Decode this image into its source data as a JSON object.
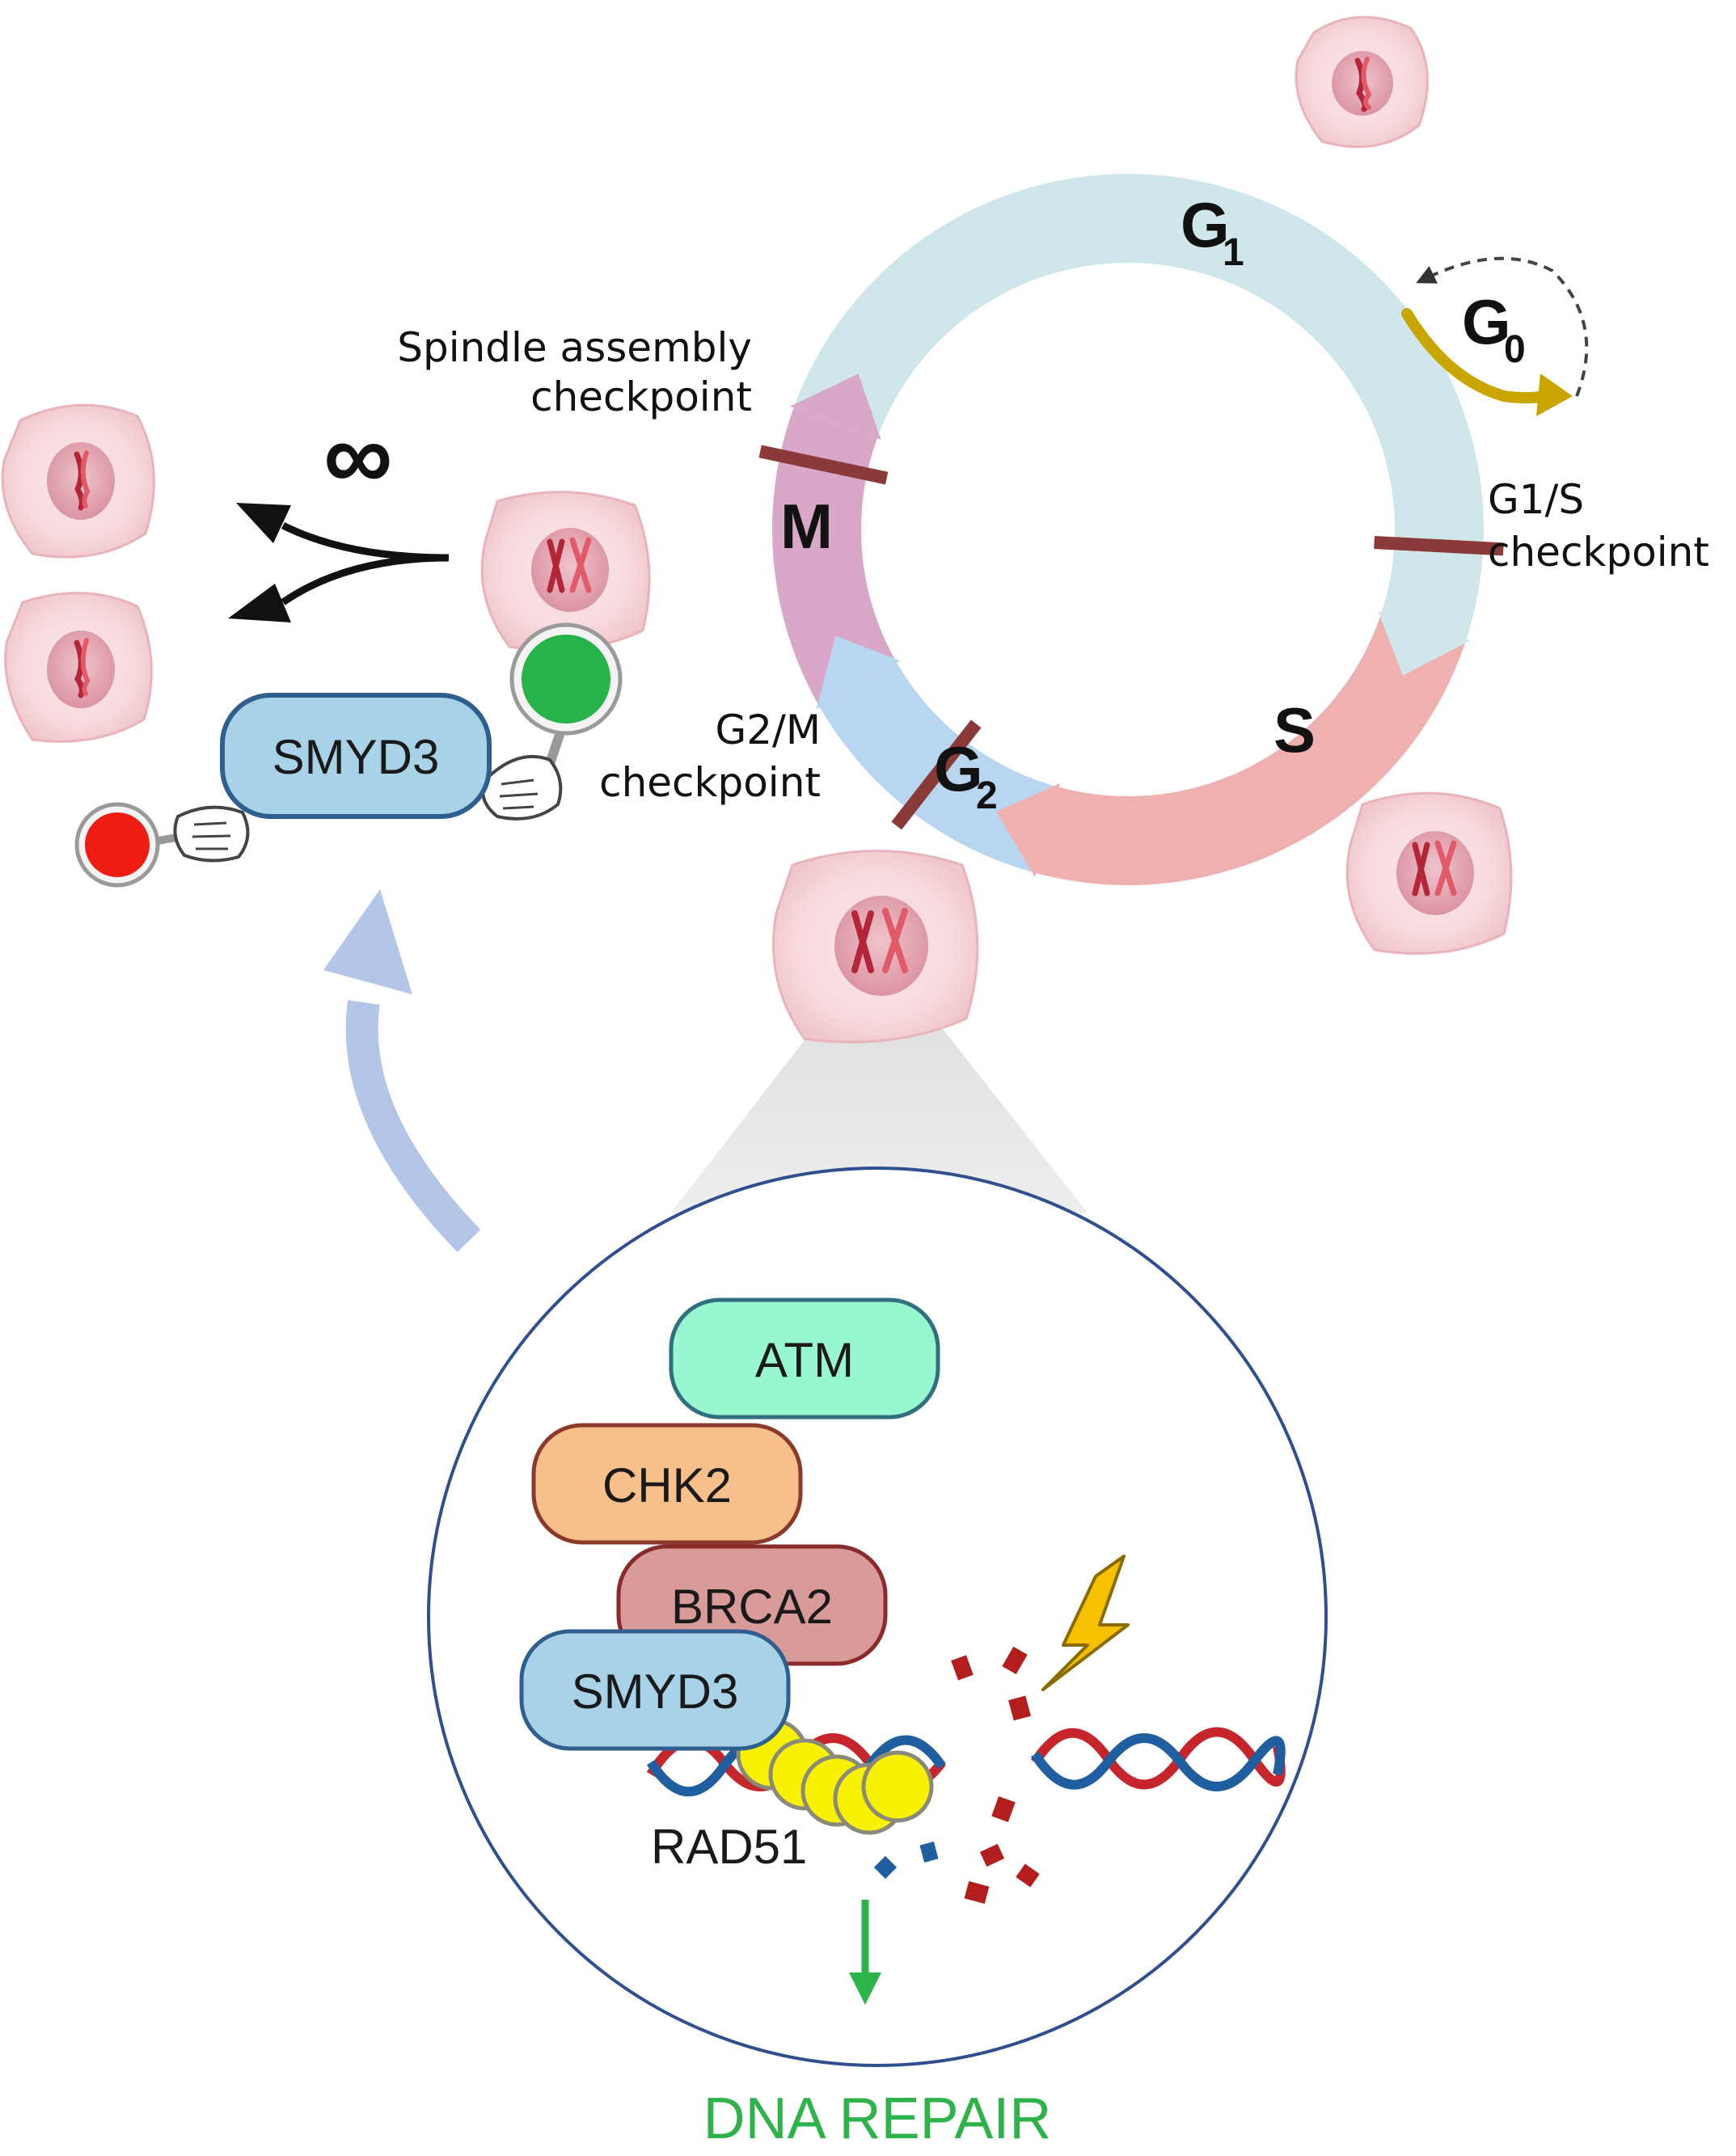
{
  "cell_cycle": {
    "phases": {
      "g1": {
        "main": "G",
        "sub": "1"
      },
      "g0": {
        "main": "G",
        "sub": "0"
      },
      "s": "S",
      "g2": {
        "main": "G",
        "sub": "2"
      },
      "m": "M"
    },
    "checkpoints": {
      "spindle_line1": "Spindle assembly",
      "spindle_line2": "checkpoint",
      "g1s_line1": "G1/S",
      "g1s_line2": "checkpoint",
      "g2m_line1": "G2/M",
      "g2m_line2": "checkpoint"
    },
    "colors": {
      "g1": "#cfe6eb",
      "s": "#efb1b0",
      "g2": "#b8d6f0",
      "m": "#d9a8c8",
      "checkpoint": "#8b3a3a",
      "g0_arrow": "#c9a500"
    }
  },
  "proliferation": {
    "symbol": "∞",
    "smyd3_label": "SMYD3",
    "smyd3_color": "#a8d2e8",
    "green_light": "#27b34a",
    "red_light": "#ee1c12"
  },
  "zoom": {
    "proteins": {
      "atm": {
        "label": "ATM",
        "color": "#99f7d0"
      },
      "chk2": {
        "label": "CHK2",
        "color": "#f7c08a"
      },
      "brca2": {
        "label": "BRCA2",
        "color": "#d99a9a"
      },
      "smyd3": {
        "label": "SMYD3",
        "color": "#a8d2e8"
      }
    },
    "rad51_label": "RAD51",
    "rad51_color": "#f8f200",
    "outcome": "DNA REPAIR",
    "outcome_color": "#2db34a"
  }
}
